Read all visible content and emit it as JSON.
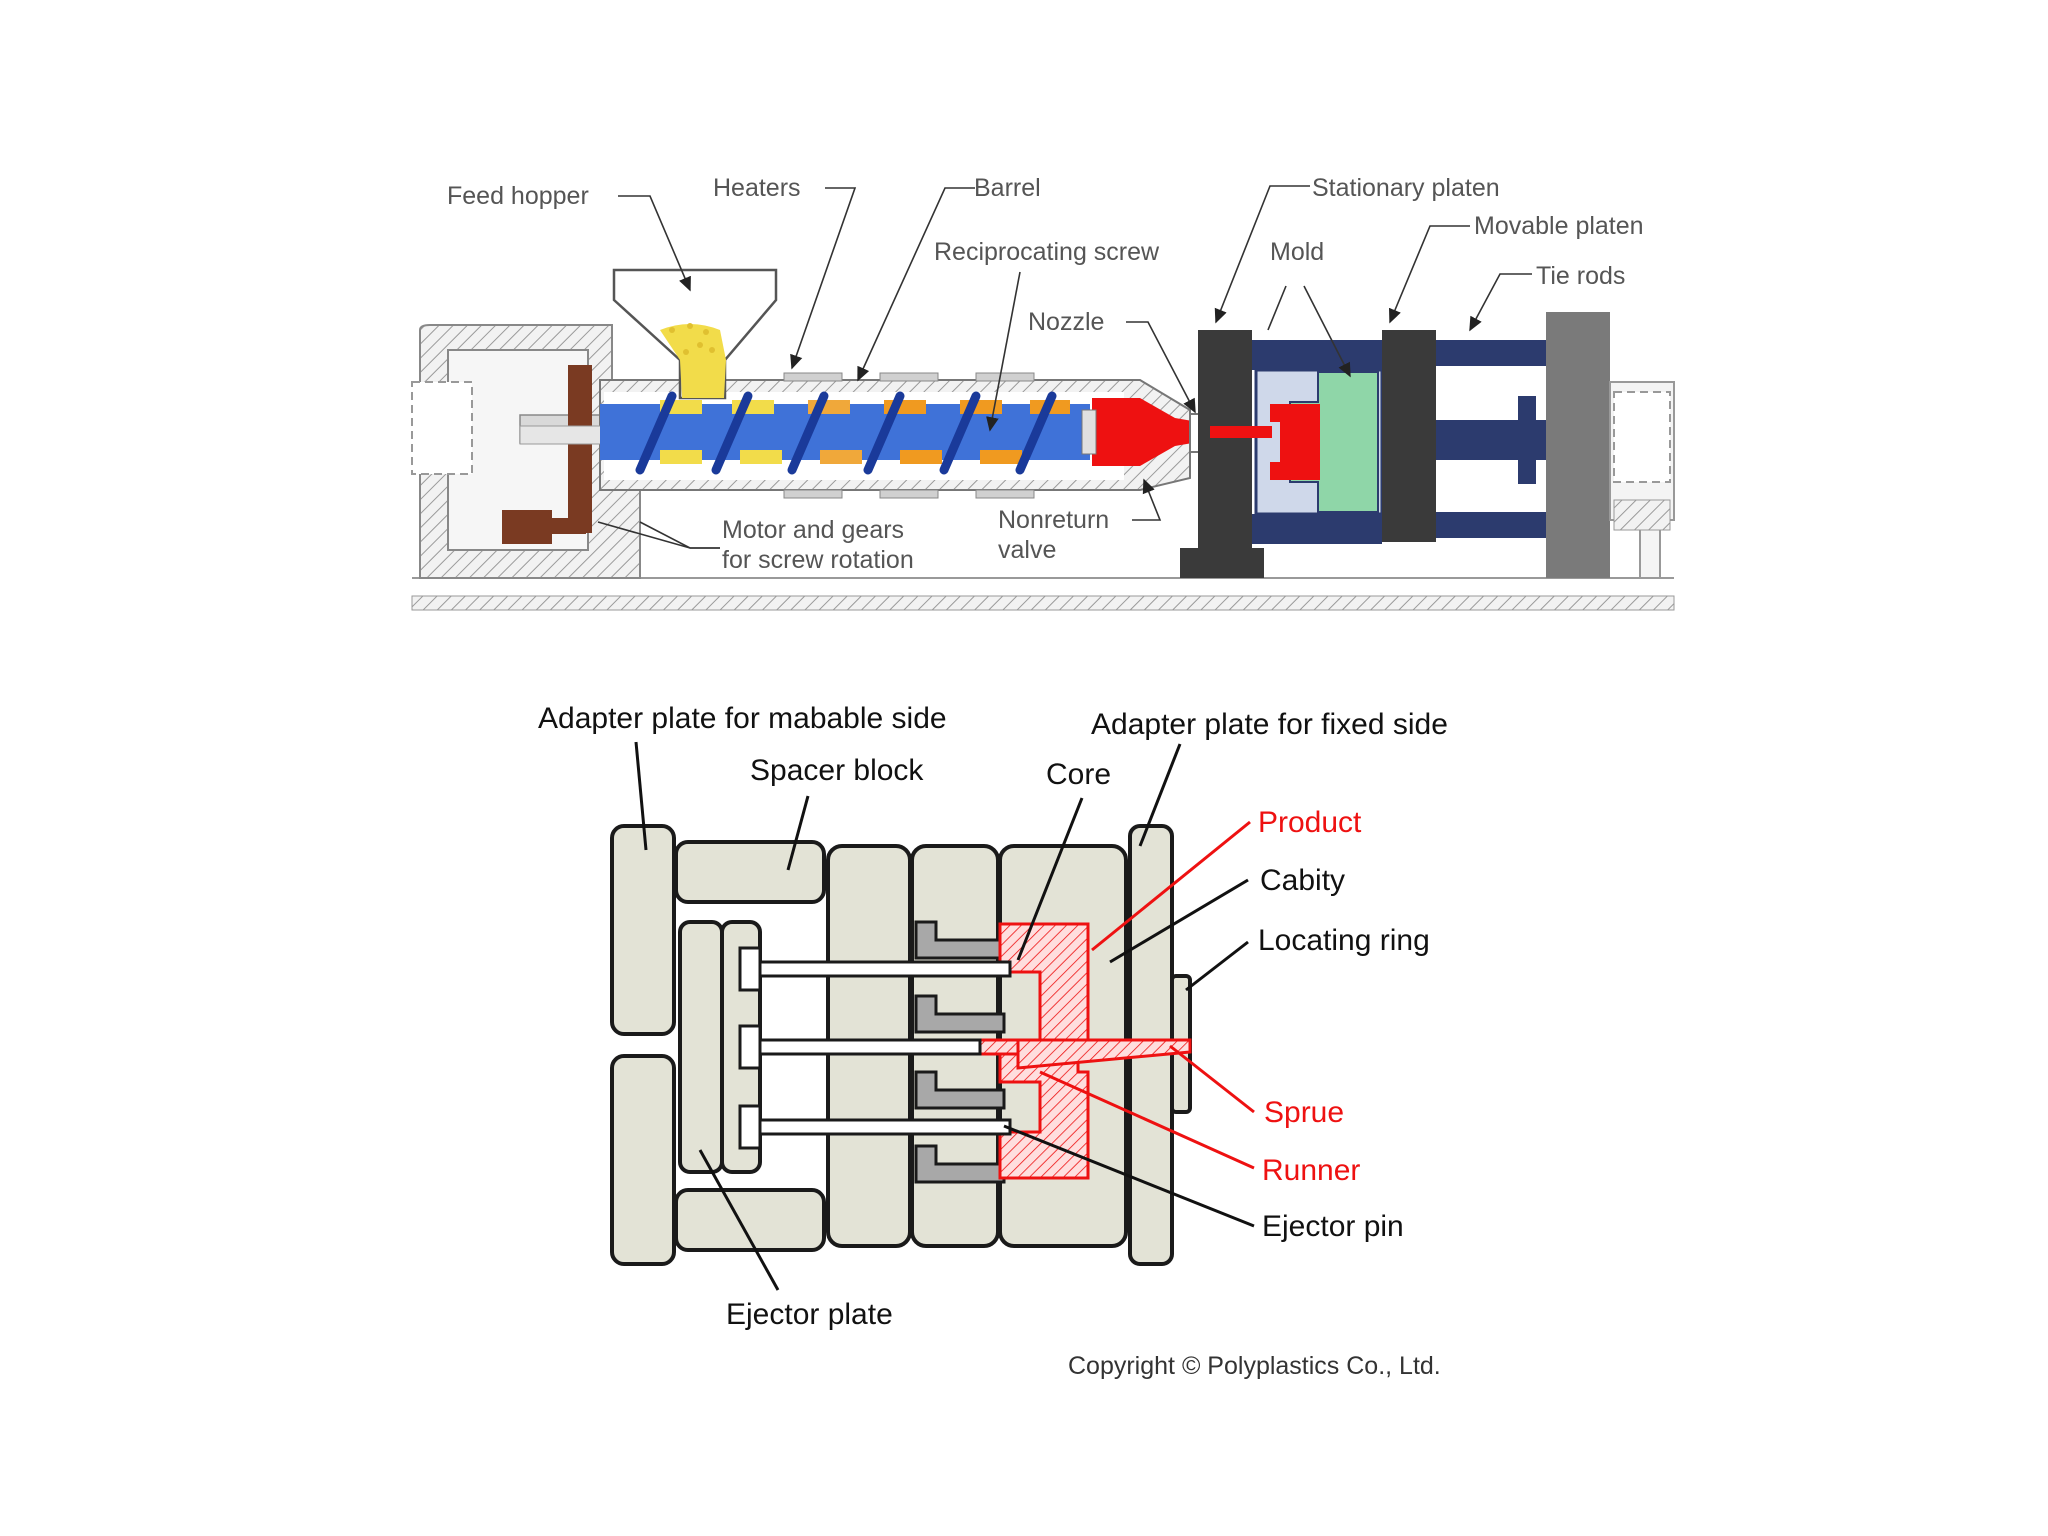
{
  "machine_diagram": {
    "labels": {
      "feed_hopper": "Feed hopper",
      "heaters": "Heaters",
      "barrel": "Barrel",
      "reciprocating_screw": "Reciprocating screw",
      "nozzle": "Nozzle",
      "stationary_platen": "Stationary platen",
      "mold": "Mold",
      "movable_platen": "Movable platen",
      "tie_rods": "Tie rods",
      "motor_gears_line1": "Motor and gears",
      "motor_gears_line2": "for screw rotation",
      "nonreturn_line1": "Nonreturn",
      "nonreturn_line2": "valve"
    },
    "colors": {
      "screw": "#3f72d8",
      "pellets": "#f2dc4a",
      "heaters_melting": "#f09a20",
      "melt": "#ee1111",
      "mold_green": "#8fd6a8",
      "platen": "#3a3a3a",
      "tie_rod": "#2c3b6e",
      "motor": "#7a3a22"
    }
  },
  "mold_diagram": {
    "labels": {
      "adapter_movable": "Adapter plate for mabable side",
      "adapter_fixed": "Adapter plate for fixed side",
      "spacer_block": "Spacer block",
      "core": "Core",
      "product": "Product",
      "cabity": "Cabity",
      "locating_ring": "Locating ring",
      "sprue": "Sprue",
      "runner": "Runner",
      "ejector_pin": "Ejector pin",
      "ejector_plate": "Ejector plate"
    },
    "colors": {
      "plate_fill": "#e3e3d6",
      "core_fill": "#a8a8a8",
      "product_red": "#ee1111"
    }
  },
  "copyright": "Copyright © Polyplastics Co., Ltd."
}
